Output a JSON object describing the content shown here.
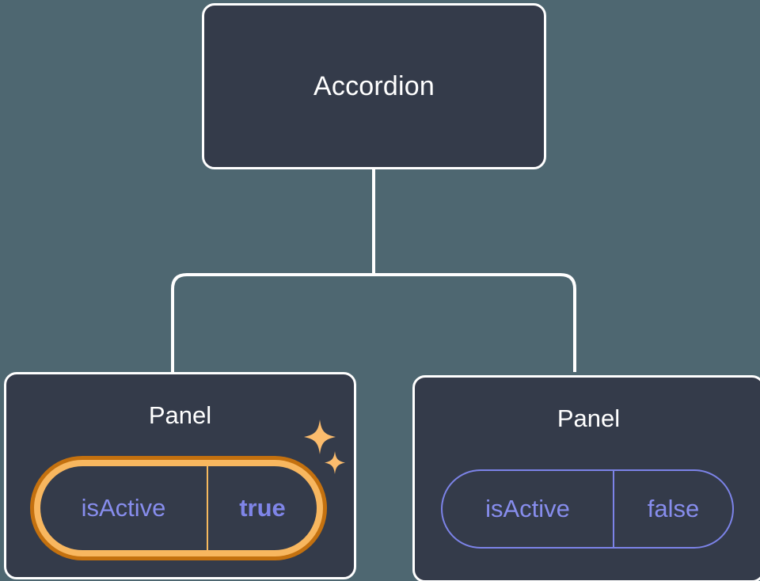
{
  "diagram": {
    "type": "component-tree",
    "background_color": "#4e6771",
    "node_fill": "#343b4a",
    "node_border": "#ffffff",
    "accent_highlight": "#f8b75f",
    "accent_highlight_outer": "#c4710f",
    "prop_color": "#878ded",
    "root": {
      "title": "Accordion"
    },
    "children": [
      {
        "title": "Panel",
        "highlighted": true,
        "prop": {
          "key": "isActive",
          "value": "true"
        },
        "sparkle_icons": [
          "sparkle-large-icon",
          "sparkle-small-icon"
        ]
      },
      {
        "title": "Panel",
        "highlighted": false,
        "prop": {
          "key": "isActive",
          "value": "false"
        }
      }
    ]
  }
}
